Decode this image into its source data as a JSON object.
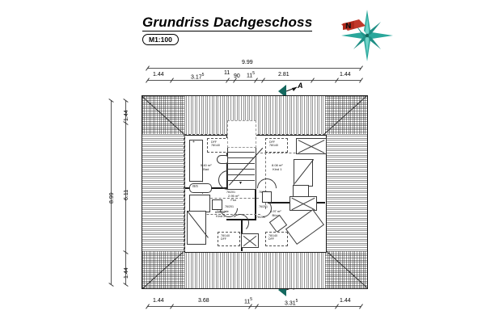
{
  "drawing": {
    "title": "Grundriss Dachgeschoss",
    "scale": "M1:100",
    "compass_label": "N",
    "section_marker": "A"
  },
  "dimensions": {
    "top_total": "9.99",
    "top_chain": [
      "1.44",
      "3.17",
      "11",
      "90",
      "11",
      "2.81",
      "1.44"
    ],
    "top_chain_sup": [
      "",
      "5",
      "",
      "",
      "5",
      "",
      ""
    ],
    "left_total": "8.99",
    "left_chain": [
      "1.44",
      "6.11",
      "1.44"
    ],
    "bottom_chain": [
      "1.44",
      "3.68",
      "11",
      "3.31",
      "1.44"
    ],
    "bottom_chain_sup": [
      "",
      "",
      "5",
      "5",
      ""
    ]
  },
  "rooms": [
    {
      "area": "5.40 m²",
      "name": "Bad"
    },
    {
      "area": "8.08 m²",
      "name": "Kind 1"
    },
    {
      "area": "6.87 m²",
      "name": "Kind 2"
    },
    {
      "area": "2.95 m²",
      "name": "Flur"
    },
    {
      "area": "4.97 m²",
      "name": "Büro"
    }
  ],
  "dormers": [
    {
      "type": "DFF",
      "size": "78/140"
    },
    {
      "type": "DFF",
      "size": "78/140"
    },
    {
      "type": "78/140",
      "size": "DFF"
    },
    {
      "type": "78/140",
      "size": "DFF"
    }
  ],
  "doors": [
    "76/201",
    "76/201",
    "76/201",
    "76/201",
    "76/201",
    "76/201"
  ],
  "annotations": [
    "2 m-Linie",
    "2 m-Linie"
  ],
  "colors": {
    "line": "#1a1a1a",
    "hatch": "#2b2b2b",
    "compass_star": "#1f8f85",
    "compass_north": "#c0392b",
    "section": "#14685f"
  }
}
